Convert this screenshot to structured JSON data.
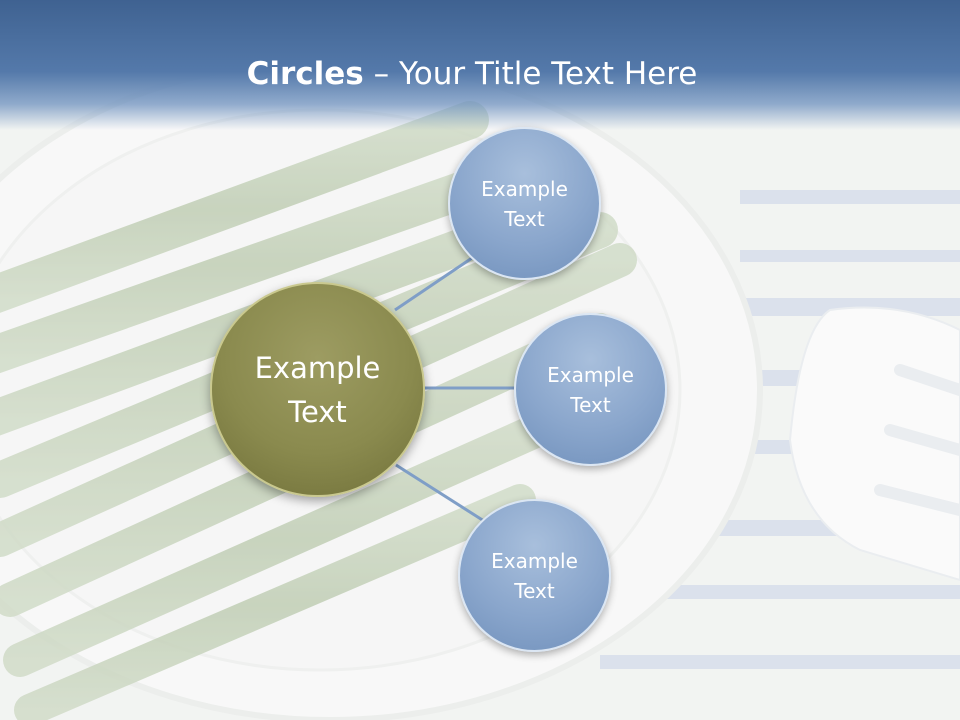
{
  "title": {
    "bold": "Circles",
    "rest": " – Your Title Text Here"
  },
  "center": {
    "line1": "Example",
    "line2": "Text"
  },
  "nodes": [
    {
      "line1": "Example",
      "line2": "Text"
    },
    {
      "line1": "Example",
      "line2": "Text"
    },
    {
      "line1": "Example",
      "line2": "Text"
    }
  ],
  "colors": {
    "title_bar": "#4a6f9f",
    "center_fill": "#8a8a4e",
    "node_fill": "#8aa6cc",
    "connector": "#7f9ec7"
  }
}
